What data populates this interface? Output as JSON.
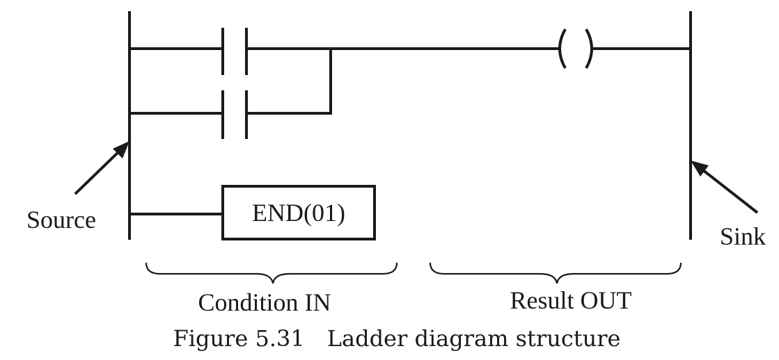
{
  "labels": {
    "source": "Source",
    "sink": "Sink",
    "end_instruction": "END(01)",
    "condition_in": "Condition IN",
    "result_out": "Result OUT"
  },
  "caption": {
    "figure_number": "Figure 5.31",
    "title": "Ladder diagram structure"
  }
}
